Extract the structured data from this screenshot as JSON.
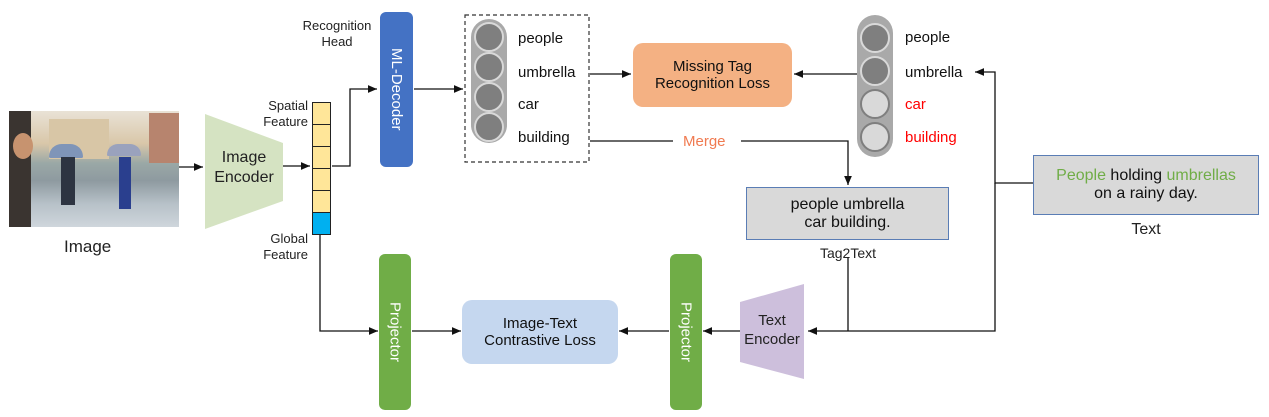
{
  "image": {
    "caption": "Image"
  },
  "image_encoder": {
    "line1": "Image",
    "line2": "Encoder"
  },
  "features": {
    "spatial_line1": "Spatial",
    "spatial_line2": "Feature",
    "global_line1": "Global",
    "global_line2": "Feature"
  },
  "recognition_head": {
    "line1": "Recognition",
    "line2": "Head"
  },
  "ml_decoder": {
    "label": "ML-Decoder"
  },
  "predicted_tags": [
    {
      "label": "people",
      "state": "positive"
    },
    {
      "label": "umbrella",
      "state": "positive"
    },
    {
      "label": "car",
      "state": "positive"
    },
    {
      "label": "building",
      "state": "positive"
    }
  ],
  "missing_tag_loss": {
    "line1": "Missing Tag",
    "line2": "Recognition Loss"
  },
  "parsed_tags": [
    {
      "label": "people",
      "state": "positive"
    },
    {
      "label": "umbrella",
      "state": "positive"
    },
    {
      "label": "car",
      "state": "missing"
    },
    {
      "label": "building",
      "state": "missing"
    }
  ],
  "merge": {
    "label": "Merge"
  },
  "tag2text": {
    "line1": "people umbrella",
    "line2": "car building.",
    "caption": "Tag2Text"
  },
  "text_input": {
    "word1": "People",
    "word2": " holding ",
    "word3": "umbrellas",
    "line2": "on a rainy day.",
    "caption": "Text"
  },
  "projector_left": {
    "label": "Projector"
  },
  "projector_right": {
    "label": "Projector"
  },
  "contrastive_loss": {
    "line1": "Image-Text",
    "line2": "Contrastive Loss"
  },
  "text_encoder": {
    "line1": "Text",
    "line2": "Encoder"
  },
  "colors": {
    "ml_decoder": "#4472c4",
    "projector": "#70ad47",
    "missing_loss": "#f4b183",
    "contrastive": "#c5d7ef",
    "encoder_image": "#d5e3c2",
    "encoder_text": "#cdbfdc",
    "spatial_cell": "#ffe699",
    "global_cell": "#00b0f0",
    "missing_tag": "#ff0000",
    "merge": "#f07a50",
    "highlight_word": "#70ad47"
  }
}
